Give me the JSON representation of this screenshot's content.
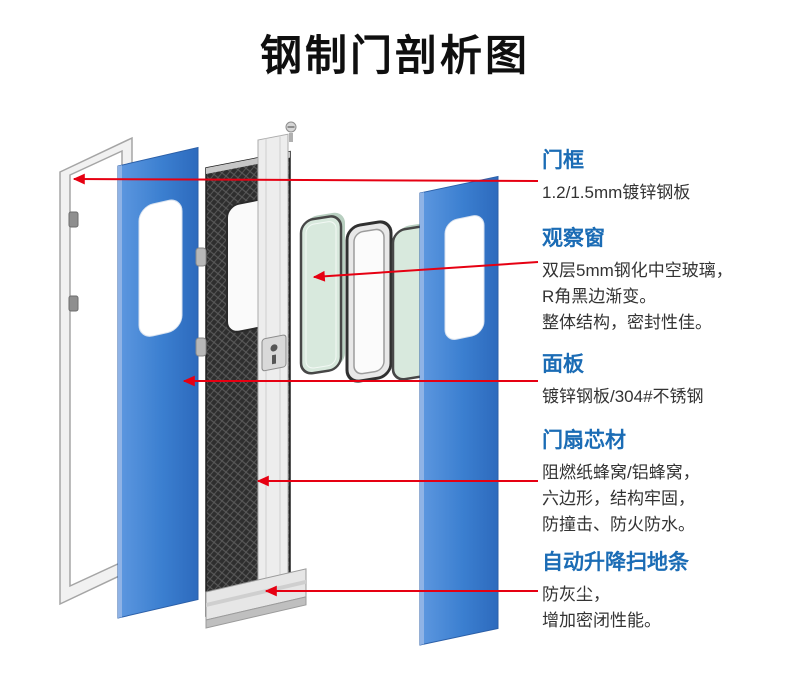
{
  "title": "钢制门剖析图",
  "annotations": [
    {
      "heading": "门框",
      "lines": [
        "1.2/1.5mm镀锌钢板"
      ]
    },
    {
      "heading": "观察窗",
      "lines": [
        "双层5mm钢化中空玻璃，",
        "R角黑边渐变。",
        "整体结构，密封性佳。"
      ]
    },
    {
      "heading": "面板",
      "lines": [
        "镀锌钢板/304#不锈钢"
      ]
    },
    {
      "heading": "门扇芯材",
      "lines": [
        "阻燃纸蜂窝/铝蜂窝，",
        "六边形，结构牢固，",
        "防撞击、防火防水。"
      ]
    },
    {
      "heading": "自动升降扫地条",
      "lines": [
        "防灰尘，",
        "增加密闭性能。"
      ]
    }
  ],
  "colors": {
    "heading": "#1b6cb5",
    "text": "#333333",
    "arrow": "#e60012",
    "panel-blue": "#3b7fd0"
  }
}
